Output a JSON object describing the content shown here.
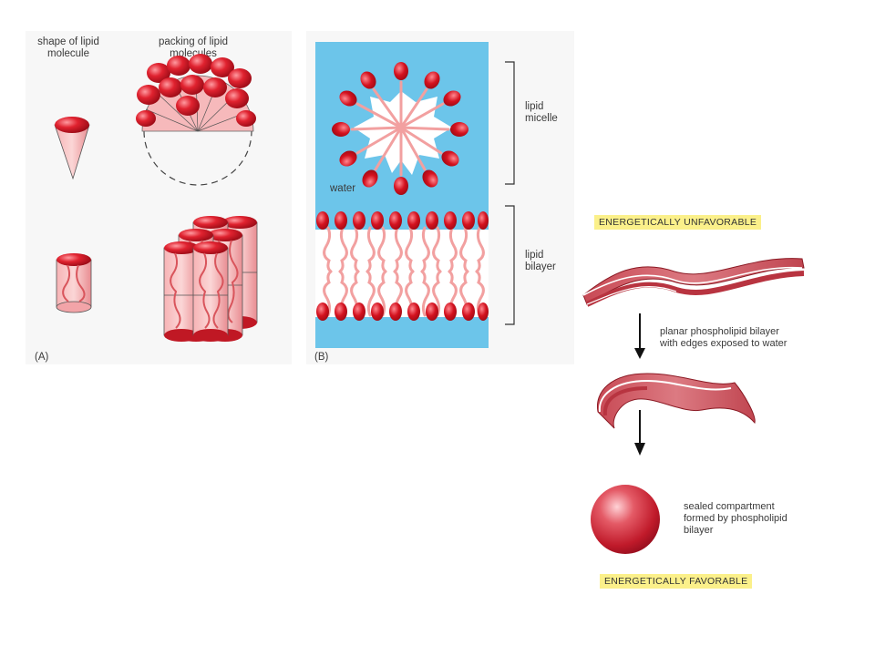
{
  "panel_a": {
    "col1_header": "shape of lipid\nmolecule",
    "col2_header": "packing of lipid\nmolecules",
    "tag": "(A)"
  },
  "panel_b": {
    "water_label": "water",
    "micelle_label": "lipid\nmicelle",
    "bilayer_label": "lipid\nbilayer",
    "tag": "(B)"
  },
  "panel_c": {
    "unfavorable": "ENERGETICALLY UNFAVORABLE",
    "planar_caption": "planar phospholipid bilayer\nwith edges exposed to water",
    "sealed_caption": "sealed compartment\nformed by phospholipid\nbilayer",
    "favorable": "ENERGETICALLY FAVORABLE"
  },
  "colors": {
    "head": "#d11a2a",
    "tail": "#f2a0a0",
    "water": "#6cc5ea",
    "banner": "#fbf08a"
  }
}
